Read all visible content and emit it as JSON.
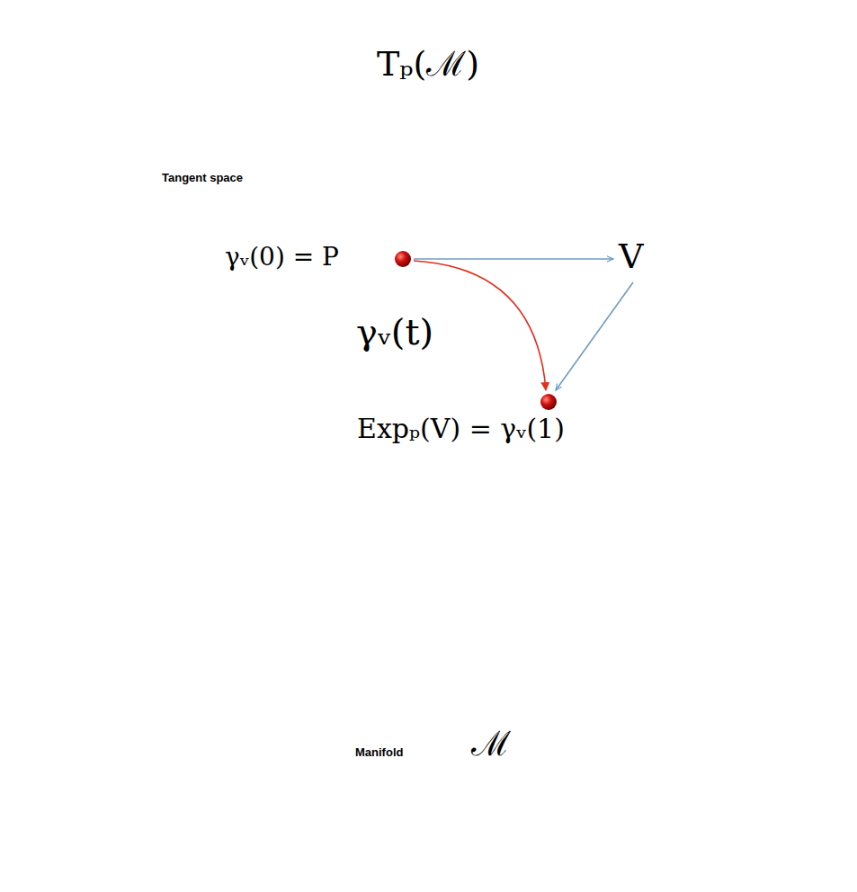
{
  "diagram": {
    "nodes": [
      {
        "text": [
          "Tₚ(ℳ)",
          "Tangent space"
        ]
      },
      {
        "text": [
          "Manifold",
          "ℳ"
        ]
      }
    ],
    "labels": [
      "γᵥ(0) = P",
      "V",
      "γᵥ(t)",
      "Expₚ(V) = γᵥ(1)"
    ]
  }
}
